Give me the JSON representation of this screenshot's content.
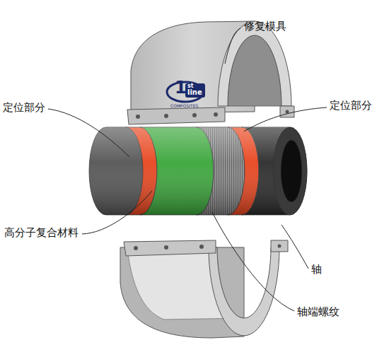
{
  "diagram": {
    "labels": [
      "修复模具",
      "定位部分",
      "定位部分",
      "高分子复合材料",
      "轴",
      "轴端螺纹",
      "1",
      "st",
      "line",
      "COMPOSITES"
    ]
  }
}
